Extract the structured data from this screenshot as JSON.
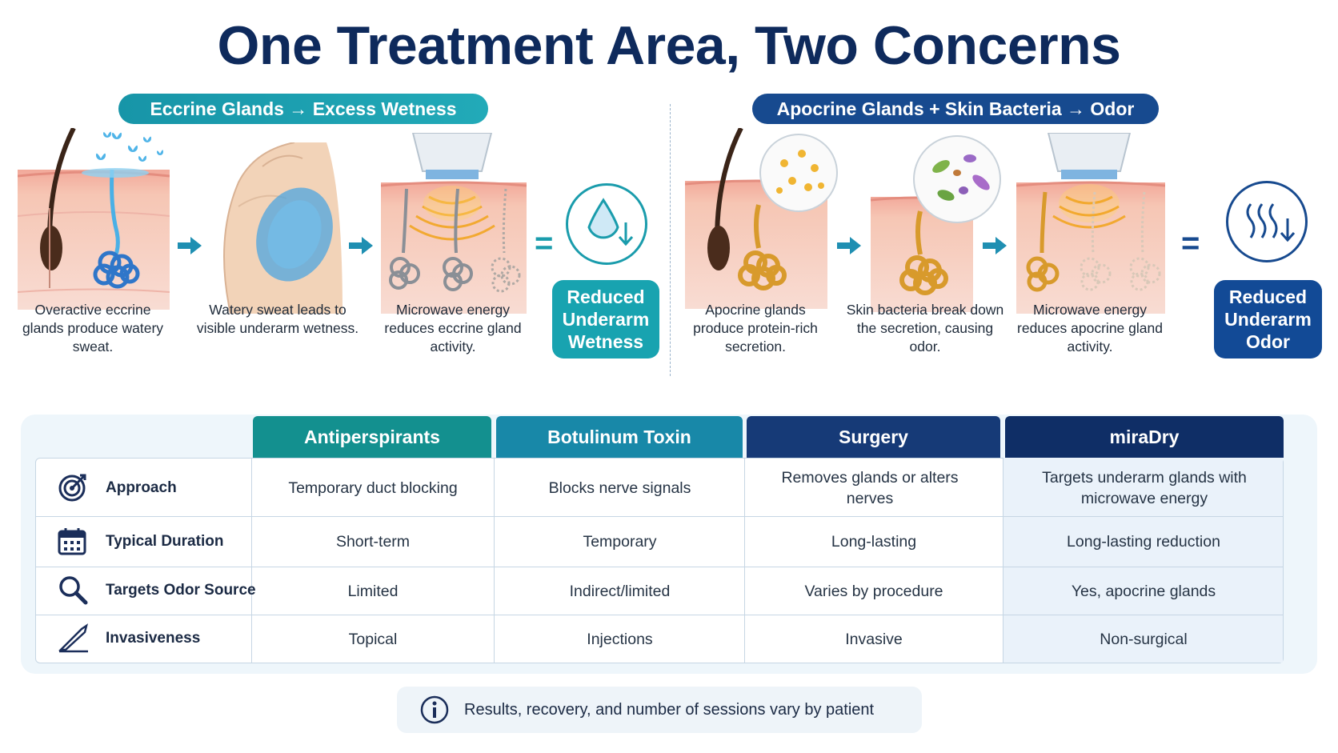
{
  "title": "One Treatment Area, Two Concerns",
  "left_section": {
    "header": "Eccrine Glands → Excess Wetness",
    "captions": [
      "Overactive eccrine glands produce watery sweat.",
      "Watery sweat leads to visible underarm wetness.",
      "Microwave energy reduces eccrine gland activity."
    ],
    "result": "Reduced Underarm Wetness"
  },
  "right_section": {
    "header": "Apocrine Glands + Skin Bacteria → Odor",
    "captions": [
      "Apocrine glands produce protein-rich secretion.",
      "Skin bacteria break down the secretion, causing odor.",
      "Microwave energy reduces apocrine gland activity."
    ],
    "result": "Reduced Underarm Odor"
  },
  "table": {
    "columns": [
      "Antiperspirants",
      "Botulinum Toxin",
      "Surgery",
      "miraDry"
    ],
    "rows": [
      {
        "label": "Approach",
        "icon": "target-icon",
        "cells": [
          "Temporary duct blocking",
          "Blocks nerve signals",
          "Removes glands or alters nerves",
          "Targets underarm glands with microwave energy"
        ]
      },
      {
        "label": "Typical Duration",
        "icon": "calendar-icon",
        "cells": [
          "Short-term",
          "Temporary",
          "Long-lasting",
          "Long-lasting reduction"
        ]
      },
      {
        "label": "Targets Odor Source",
        "icon": "magnifier-icon",
        "cells": [
          "Limited",
          "Indirect/limited",
          "Varies by procedure",
          "Yes, apocrine glands"
        ]
      },
      {
        "label": "Invasiveness",
        "icon": "scalpel-icon",
        "cells": [
          "Topical",
          "Injections",
          "Invasive",
          "Non-surgical"
        ]
      }
    ]
  },
  "note": "Results, recovery, and number of sessions vary by patient",
  "colors": {
    "navy": "#0e2a5c",
    "teal": "#1795a8",
    "blue": "#174a8f",
    "col_antiperspirants": "#13908f",
    "col_botox": "#1888a8",
    "col_surgery": "#163a77",
    "col_miradry": "#0f2e66"
  }
}
